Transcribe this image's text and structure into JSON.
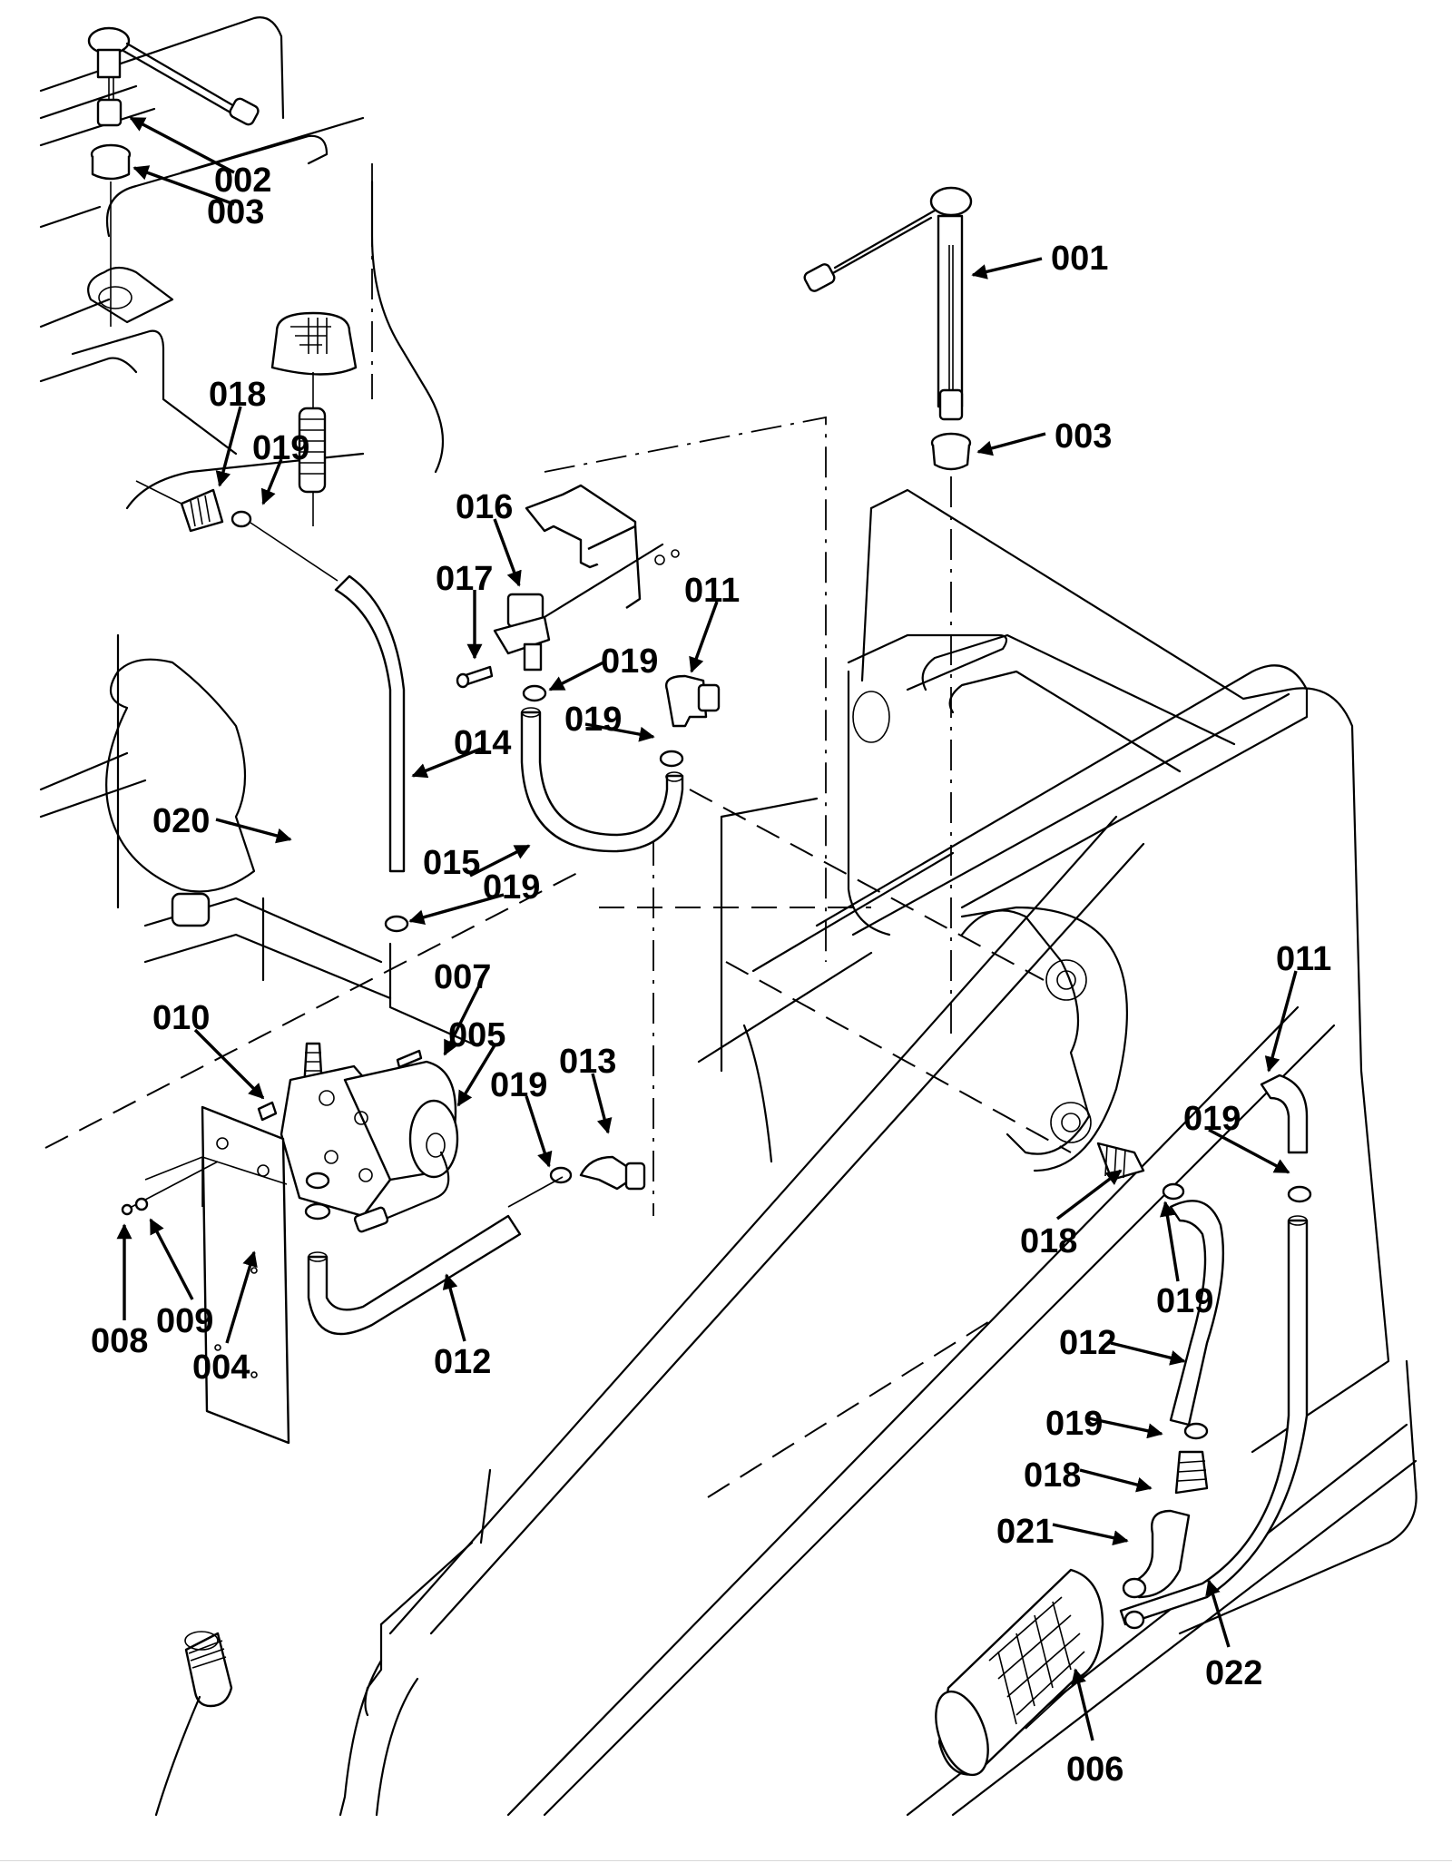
{
  "diagram": {
    "type": "exploded-parts-view",
    "subject": "Tank level sensor, pump and hose assembly",
    "colors": {
      "line": "#000000",
      "background": "#ffffff"
    },
    "callouts": [
      {
        "id": "c1",
        "label": "002",
        "part": "level-sensor-float"
      },
      {
        "id": "c2",
        "label": "003",
        "part": "grommet"
      },
      {
        "id": "c3",
        "label": "001",
        "part": "level-sensor"
      },
      {
        "id": "c4",
        "label": "003",
        "part": "grommet"
      },
      {
        "id": "c5",
        "label": "018",
        "part": "hose-barb-fitting"
      },
      {
        "id": "c6",
        "label": "019",
        "part": "hose-clamp"
      },
      {
        "id": "c7",
        "label": "016",
        "part": "solenoid-valve"
      },
      {
        "id": "c8",
        "label": "017",
        "part": "screw"
      },
      {
        "id": "c9",
        "label": "011",
        "part": "elbow-fitting"
      },
      {
        "id": "c10",
        "label": "019",
        "part": "hose-clamp"
      },
      {
        "id": "c11",
        "label": "019",
        "part": "hose-clamp"
      },
      {
        "id": "c12",
        "label": "014",
        "part": "hose"
      },
      {
        "id": "c13",
        "label": "020",
        "part": "filter-cap-and-spring"
      },
      {
        "id": "c14",
        "label": "015",
        "part": "u-hose"
      },
      {
        "id": "c15",
        "label": "019",
        "part": "hose-clamp"
      },
      {
        "id": "c16",
        "label": "007",
        "part": "screw"
      },
      {
        "id": "c17",
        "label": "010",
        "part": "bolt"
      },
      {
        "id": "c18",
        "label": "005",
        "part": "pump"
      },
      {
        "id": "c19",
        "label": "013",
        "part": "elbow-fitting"
      },
      {
        "id": "c20",
        "label": "019",
        "part": "hose-clamp"
      },
      {
        "id": "c21",
        "label": "008",
        "part": "nut"
      },
      {
        "id": "c22",
        "label": "009",
        "part": "washer"
      },
      {
        "id": "c23",
        "label": "004",
        "part": "mounting-plate"
      },
      {
        "id": "c24",
        "label": "012",
        "part": "hose"
      },
      {
        "id": "c25",
        "label": "011",
        "part": "elbow-fitting"
      },
      {
        "id": "c26",
        "label": "019",
        "part": "hose-clamp"
      },
      {
        "id": "c27",
        "label": "018",
        "part": "hose-barb-fitting"
      },
      {
        "id": "c28",
        "label": "019",
        "part": "hose-clamp"
      },
      {
        "id": "c29",
        "label": "012",
        "part": "hose"
      },
      {
        "id": "c30",
        "label": "019",
        "part": "hose-clamp"
      },
      {
        "id": "c31",
        "label": "018",
        "part": "hose-barb-fitting"
      },
      {
        "id": "c32",
        "label": "021",
        "part": "elbow"
      },
      {
        "id": "c33",
        "label": "022",
        "part": "suction-tube"
      },
      {
        "id": "c34",
        "label": "006",
        "part": "strainer-filter"
      }
    ]
  }
}
